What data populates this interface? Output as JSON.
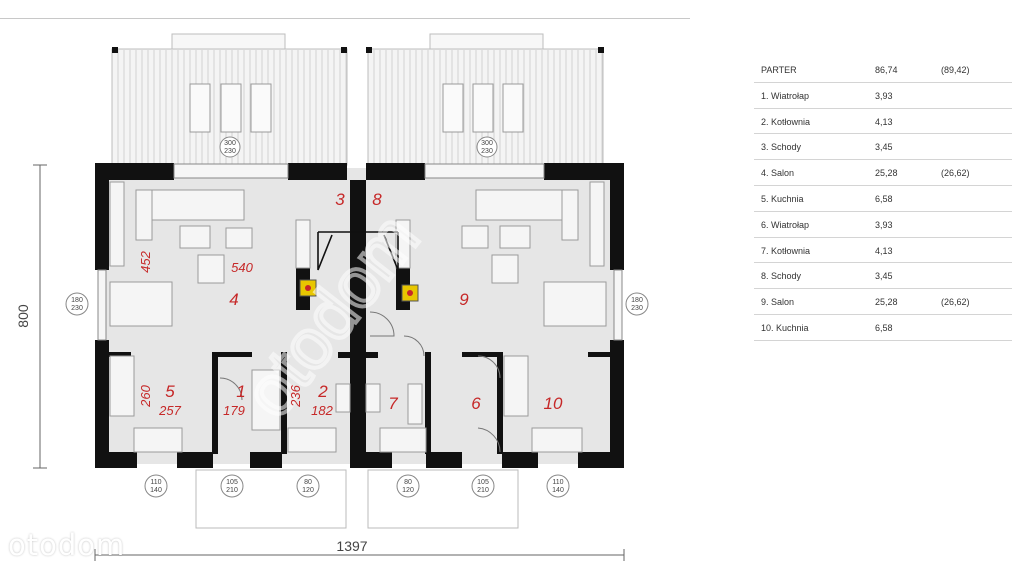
{
  "plan": {
    "overall_height": "800",
    "overall_width": "1397",
    "watermark": "otodom",
    "room_numbers": [
      "1",
      "2",
      "3",
      "4",
      "5",
      "6",
      "7",
      "8",
      "9",
      "10"
    ],
    "dimensions": {
      "d540": "540",
      "d452": "452",
      "d260": "260",
      "d257": "257",
      "d179": "179",
      "d236": "236",
      "d182": "182"
    },
    "openings": {
      "terrace_left": [
        "300",
        "230"
      ],
      "terrace_right": [
        "300",
        "230"
      ],
      "window_left": [
        "180",
        "230"
      ],
      "window_right": [
        "180",
        "230"
      ],
      "bottom_1": [
        "110",
        "140"
      ],
      "bottom_2": [
        "105",
        "210"
      ],
      "bottom_3": [
        "80",
        "120"
      ],
      "bottom_4": [
        "80",
        "120"
      ],
      "bottom_5": [
        "105",
        "210"
      ],
      "bottom_6": [
        "110",
        "140"
      ]
    }
  },
  "area_table": {
    "rows": [
      {
        "name": "PARTER",
        "area": "86,74",
        "ext": "(89,42)"
      },
      {
        "name": "1. Wiatrołap",
        "area": "3,93",
        "ext": ""
      },
      {
        "name": "2. Kotłownia",
        "area": "4,13",
        "ext": ""
      },
      {
        "name": "3. Schody",
        "area": "3,45",
        "ext": ""
      },
      {
        "name": "4. Salon",
        "area": "25,28",
        "ext": "(26,62)"
      },
      {
        "name": "5. Kuchnia",
        "area": "6,58",
        "ext": ""
      },
      {
        "name": "6. Wiatrołap",
        "area": "3,93",
        "ext": ""
      },
      {
        "name": "7. Kotłownia",
        "area": "4,13",
        "ext": ""
      },
      {
        "name": "8. Schody",
        "area": "3,45",
        "ext": ""
      },
      {
        "name": "9. Salon",
        "area": "25,28",
        "ext": "(26,62)"
      },
      {
        "name": "10. Kuchnia",
        "area": "6,58",
        "ext": ""
      }
    ]
  },
  "colors": {
    "wall": "#111111",
    "floor": "#e6e6e6",
    "room_number": "#c62828",
    "dimension_text": "#444444",
    "stove": "#e8c600"
  }
}
